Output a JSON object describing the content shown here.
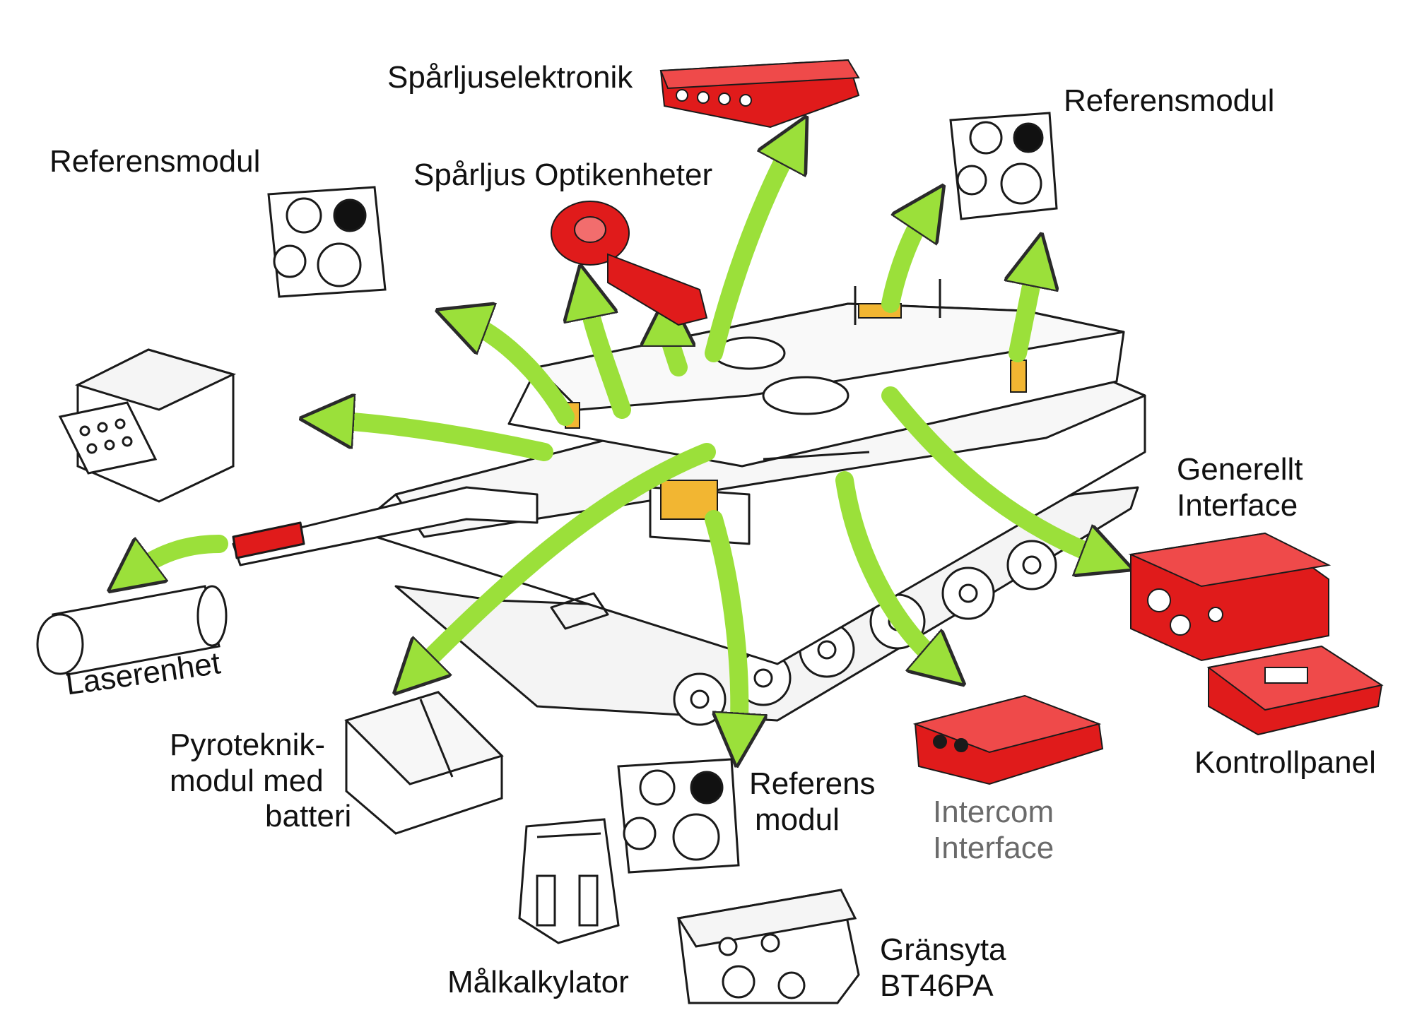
{
  "labels": {
    "tracer_electronics": "Spårljuselektronik",
    "reference_module_top_right": "Referensmodul",
    "reference_module_top_left": "Referensmodul",
    "tracer_optics": "Spårljus Optikenheter",
    "general_interface": [
      "Generellt",
      "Interface"
    ],
    "laser_unit": "Laserenhet",
    "pyrotechnic_module": [
      "Pyroteknik-",
      "modul med",
      "batteri"
    ],
    "reference_module_bottom": [
      "Referens",
      "modul"
    ],
    "intercom_interface": [
      "Intercom",
      "Interface"
    ],
    "control_panel": "Kontrollpanel",
    "target_calculator": "Målkalkylator",
    "interface_bt46pa": [
      "Gränsyta",
      "BT46PA"
    ]
  },
  "colors": {
    "highlight_red": "#e01b1b",
    "arrow_green": "#9be03a",
    "sensor_amber": "#f2b632",
    "outline": "#1a1a1a"
  }
}
